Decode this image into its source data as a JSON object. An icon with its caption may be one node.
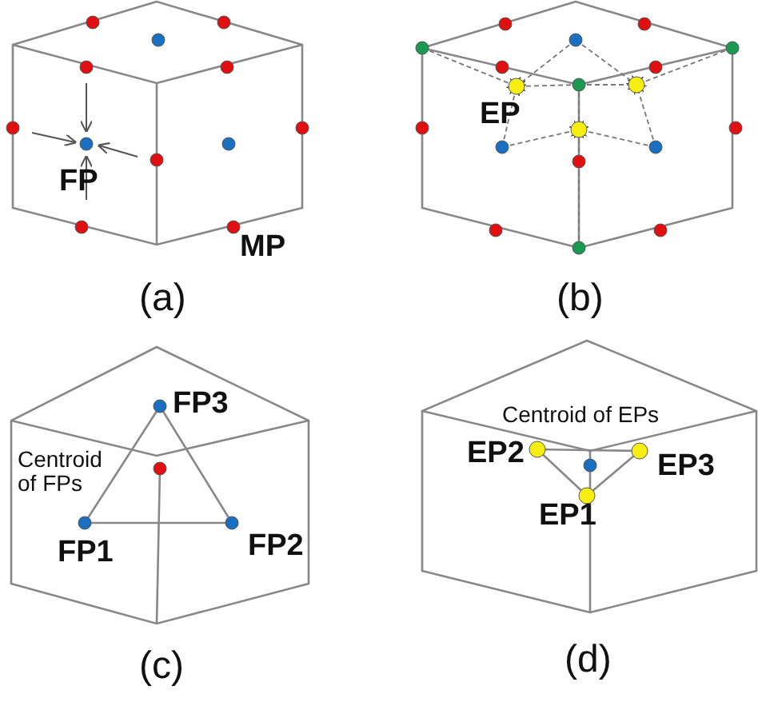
{
  "diagram": {
    "labels": [
      "FP",
      "MP",
      "(a)",
      "EP",
      "(b)",
      "FP3",
      "Centroid of FPs",
      "FP1",
      "FP2",
      "(c)",
      "Centroid of EPs",
      "EP2",
      "EP3",
      "EP1",
      "(d)"
    ]
  }
}
